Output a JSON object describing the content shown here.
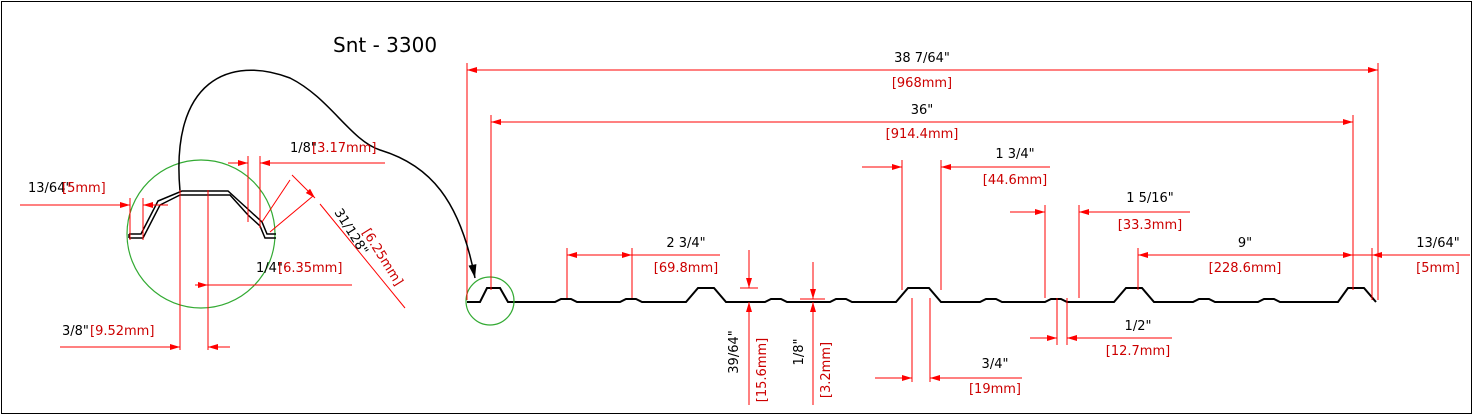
{
  "title": "Snt - 3300",
  "colors": {
    "dimension": "#ff0000",
    "profile": "#000000",
    "detail_circle": "#33aa33",
    "frame": "#000000",
    "imperial_text": "#000000",
    "metric_text": "#cc0000"
  },
  "main_view": {
    "overall_width": {
      "imperial": "38 7/64\"",
      "metric": "[968mm]"
    },
    "cover_width": {
      "imperial": "36\"",
      "metric": "[914.4mm]"
    },
    "rib_top_width": {
      "imperial": "1 3/4\"",
      "metric": "[44.6mm]"
    },
    "minor_rib_width": {
      "imperial": "1 5/16\"",
      "metric": "[33.3mm]"
    },
    "minor_rib_spacing": {
      "imperial": "2 3/4\"",
      "metric": "[69.8mm]"
    },
    "rib_spacing": {
      "imperial": "9\"",
      "metric": "[228.6mm]"
    },
    "edge_offset": {
      "imperial": "13/64\"",
      "metric": "[5mm]"
    },
    "rib_height": {
      "imperial": "39/64\"",
      "metric": "[15.6mm]"
    },
    "minor_rib_height": {
      "imperial": "1/8\"",
      "metric": "[3.2mm]"
    },
    "rib_base_gap": {
      "imperial": "3/4\"",
      "metric": "[19mm]"
    },
    "minor_rib_base_gap": {
      "imperial": "1/2\"",
      "metric": "[12.7mm]"
    }
  },
  "detail_view": {
    "edge_lip": {
      "imperial": "13/64\"",
      "metric": "[5mm]"
    },
    "small_gap": {
      "imperial": "1/8\"",
      "metric": "[3.17mm]"
    },
    "slope_length": {
      "imperial": "31/128\"",
      "metric": "[6.25mm]"
    },
    "top_offset": {
      "imperial": "1/4\"",
      "metric": "[6.35mm]"
    },
    "base_width": {
      "imperial": "3/8\"",
      "metric": "[9.52mm]"
    }
  }
}
